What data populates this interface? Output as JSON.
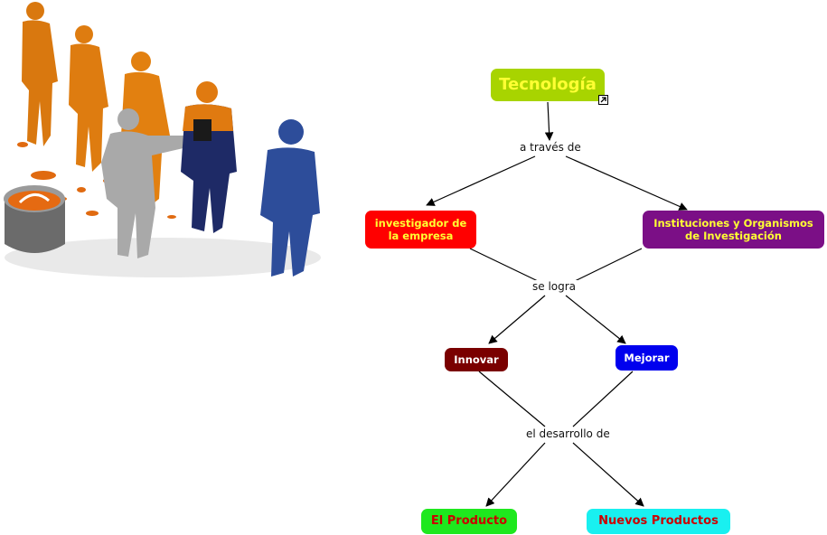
{
  "colors": {
    "tecnologia": "#a8d400",
    "investigador": "#ff0000",
    "instituciones": "#7b0f86",
    "innovar": "#7a0000",
    "mejorar": "#0000ee",
    "producto": "#1ee81e",
    "nuevos": "#19f0f0"
  },
  "illustration": {
    "icon": "people-figures-illustration"
  },
  "concept_map": {
    "nodes": {
      "tecnologia": "Tecnología",
      "investigador": "investigador de la empresa",
      "instituciones": "Instituciones y Organismos de Investigación",
      "innovar": "Innovar",
      "mejorar": "Mejorar",
      "producto": "El Producto",
      "nuevos": "Nuevos Productos"
    },
    "links": {
      "a_traves_de": "a través de",
      "se_logra": "se logra",
      "el_desarrollo_de": "el desarrollo de"
    }
  }
}
